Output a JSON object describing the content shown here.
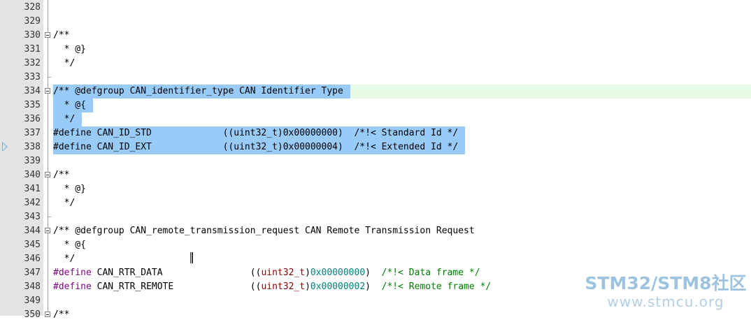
{
  "editor": {
    "lines": [
      {
        "num": "328",
        "text": ""
      },
      {
        "num": "329",
        "text": ""
      },
      {
        "num": "330",
        "text": "/**"
      },
      {
        "num": "331",
        "text": "  * @}"
      },
      {
        "num": "332",
        "text": "  */"
      },
      {
        "num": "333",
        "text": ""
      },
      {
        "num": "334",
        "text": "/** @defgroup CAN_identifier_type CAN Identifier Type"
      },
      {
        "num": "335",
        "text": "  * @{"
      },
      {
        "num": "336",
        "text": "  */"
      },
      {
        "num": "337",
        "text": "#define CAN_ID_STD             ((uint32_t)0x00000000)  /*!< Standard Id */"
      },
      {
        "num": "338",
        "text": "#define CAN_ID_EXT             ((uint32_t)0x00000004)  /*!< Extended Id */"
      },
      {
        "num": "339",
        "text": ""
      },
      {
        "num": "340",
        "text": "/**"
      },
      {
        "num": "341",
        "text": "  * @}"
      },
      {
        "num": "342",
        "text": "  */"
      },
      {
        "num": "343",
        "text": ""
      },
      {
        "num": "344",
        "text": "/** @defgroup CAN_remote_transmission_request CAN Remote Transmission Request"
      },
      {
        "num": "345",
        "text": "  * @{"
      },
      {
        "num": "346",
        "text": "  */"
      },
      {
        "num": "347",
        "text": "#define CAN_RTR_DATA                ((uint32_t)0x00000000)  /*!< Data frame */",
        "parts": {
          "kw": "#define",
          "name": " CAN_RTR_DATA                ",
          "open": "((",
          "type": "uint32_t",
          "close": ")",
          "hex": "0x00000000",
          "end": ")  ",
          "comment": "/*!< Data frame */"
        }
      },
      {
        "num": "348",
        "text": "#define CAN_RTR_REMOTE              ((uint32_t)0x00000002)  /*!< Remote frame */",
        "parts": {
          "kw": "#define",
          "name": " CAN_RTR_REMOTE              ",
          "open": "((",
          "type": "uint32_t",
          "close": ")",
          "hex": "0x00000002",
          "end": ")  ",
          "comment": "/*!< Remote frame */"
        }
      },
      {
        "num": "349",
        "text": ""
      },
      {
        "num": "350",
        "text": "/**"
      }
    ]
  },
  "watermark": {
    "title": "STM32/STM8社区",
    "url": "www.stmcu.org"
  },
  "colors": {
    "selection": "#99cbf8",
    "current_line": "#e6fbe6",
    "comment": "#008000",
    "preprocessor": "#7f007f",
    "type": "#8b0000",
    "number": "#008080"
  }
}
